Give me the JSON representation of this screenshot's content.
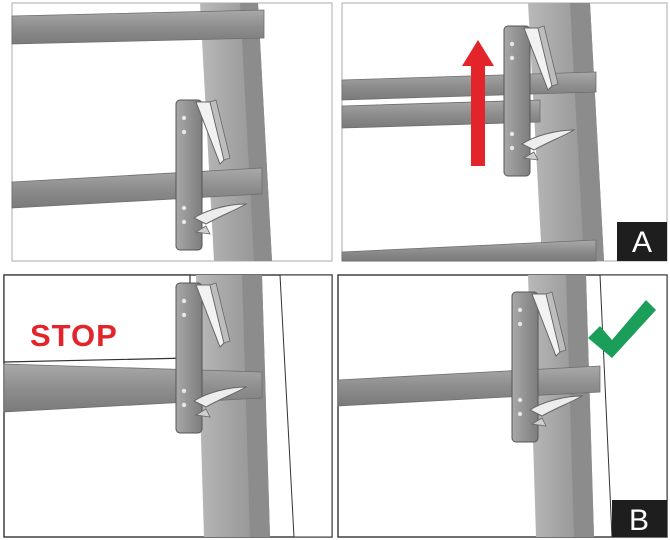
{
  "figure": {
    "panels": [
      {
        "label": "A",
        "description_visible": false
      },
      {
        "label": "B",
        "description_visible": false
      }
    ],
    "stop_label": "STOP",
    "colors": {
      "arrow": "#e3242b",
      "stop_text": "#e3242b",
      "check": "#1b9e5a",
      "label_box": "#1e1e1e",
      "post": "#a7a7a7",
      "rail": "#8b8b8b",
      "latch": "#9a9a9a"
    },
    "icons": [
      "up-arrow-icon",
      "checkmark-icon"
    ]
  }
}
